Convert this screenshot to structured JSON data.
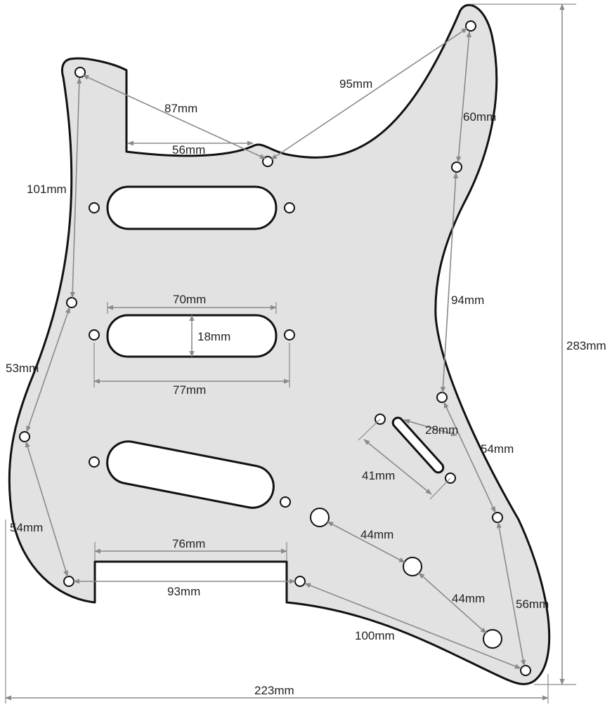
{
  "diagram": {
    "subject": "Stratocaster-style pickguard with screw holes, three single-coil pickup cutouts, switch slot and control knob holes",
    "colors": {
      "background": "#ffffff",
      "pickguard_fill": "#e2e2e2",
      "outline": "#111111",
      "dimension_line": "#8a8a8a",
      "label": "#222222"
    },
    "dimensions": [
      {
        "id": "screw-span-upper-left",
        "label": "87mm"
      },
      {
        "id": "neck-pocket-width",
        "label": "56mm"
      },
      {
        "id": "screw-span-upper-horn",
        "label": "95mm"
      },
      {
        "id": "screw-span-horn-vertical",
        "label": "60mm"
      },
      {
        "id": "screw-span-left-upper",
        "label": "101mm"
      },
      {
        "id": "pickup-cutout-length",
        "label": "70mm"
      },
      {
        "id": "pickup-cutout-width",
        "label": "18mm"
      },
      {
        "id": "pickup-screw-span",
        "label": "77mm"
      },
      {
        "id": "screw-span-right-middle",
        "label": "94mm"
      },
      {
        "id": "screw-span-left-middle",
        "label": "53mm"
      },
      {
        "id": "switch-slot-length",
        "label": "28mm"
      },
      {
        "id": "switch-screw-span",
        "label": "41mm"
      },
      {
        "id": "screw-span-right-lower",
        "label": "54mm"
      },
      {
        "id": "screw-span-left-lower",
        "label": "54mm"
      },
      {
        "id": "bridge-cutout-width",
        "label": "76mm"
      },
      {
        "id": "knob-span-upper",
        "label": "44mm"
      },
      {
        "id": "knob-span-lower",
        "label": "44mm"
      },
      {
        "id": "screw-span-bottom-left",
        "label": "93mm"
      },
      {
        "id": "screw-span-bottom-right",
        "label": "100mm"
      },
      {
        "id": "screw-span-right-bottom",
        "label": "56mm"
      },
      {
        "id": "overall-height",
        "label": "283mm"
      },
      {
        "id": "overall-width",
        "label": "223mm"
      }
    ]
  }
}
